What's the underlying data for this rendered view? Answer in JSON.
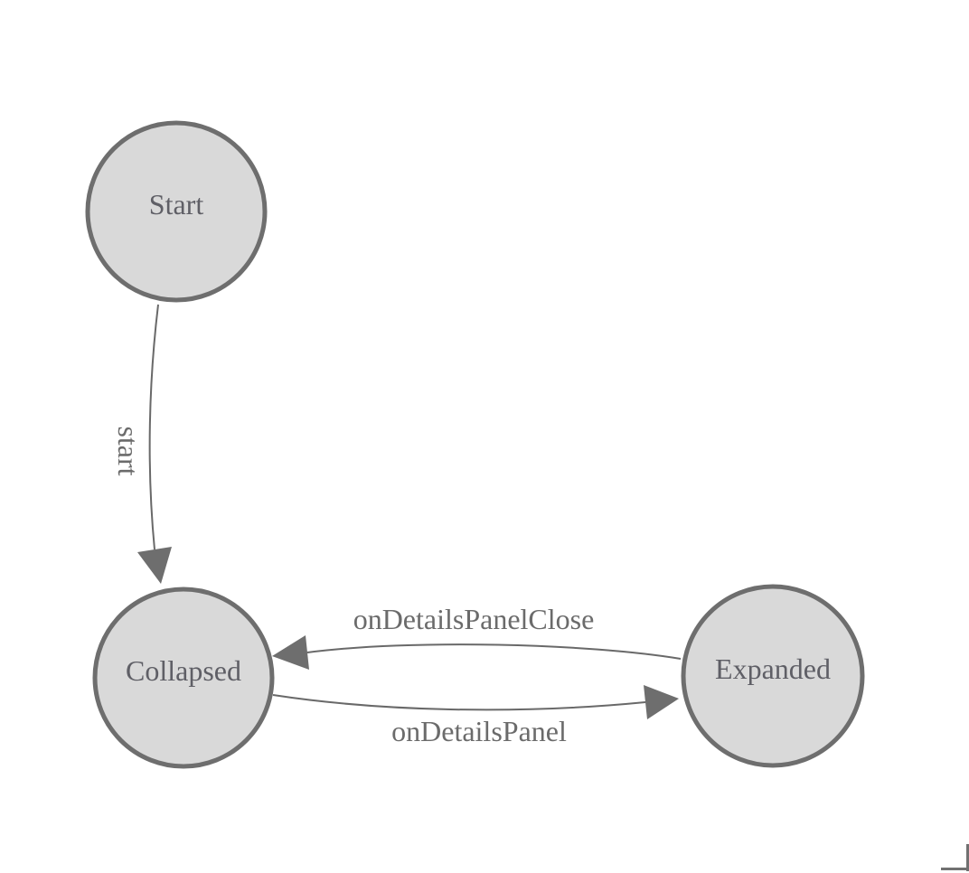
{
  "colors": {
    "background": "#ffffff",
    "node_fill": "#d9d9d9",
    "node_stroke": "#6e6e6e",
    "edge_stroke": "#696969",
    "node_text": "#5f5f66",
    "edge_text": "#6b6b6b",
    "corner_mark": "#717171"
  },
  "diagram": {
    "nodes": [
      {
        "label": "Start"
      },
      {
        "label": "Collapsed"
      },
      {
        "label": "Expanded"
      }
    ],
    "edges": [
      {
        "from": "Start",
        "to": "Collapsed",
        "label": "start"
      },
      {
        "from": "Expanded",
        "to": "Collapsed",
        "label": "onDetailsPanelClose"
      },
      {
        "from": "Collapsed",
        "to": "Expanded",
        "label": "onDetailsPanel"
      }
    ]
  }
}
